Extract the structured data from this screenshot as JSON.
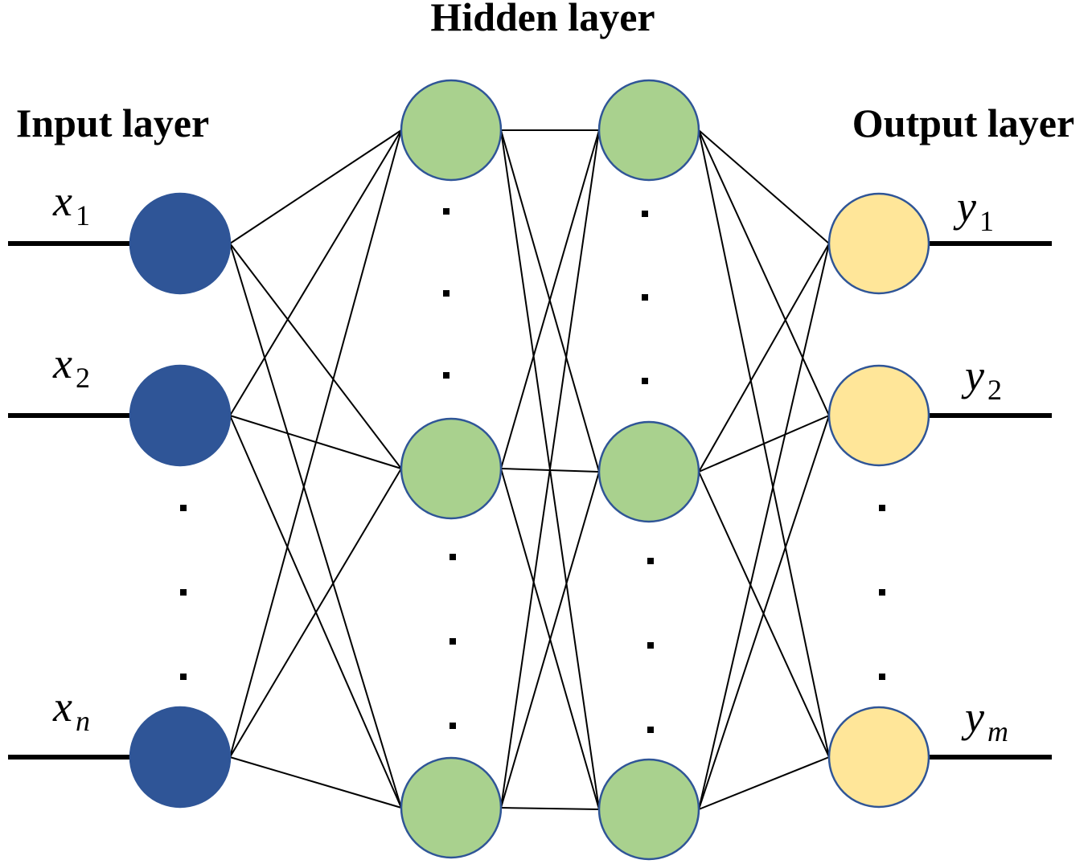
{
  "titles": {
    "input": "Input  layer",
    "hidden": "Hidden  layer",
    "output": "Output  layer"
  },
  "inputs": [
    {
      "base": "x",
      "sub": "1"
    },
    {
      "base": "x",
      "sub": "2"
    },
    {
      "base": "x",
      "sub": "n"
    }
  ],
  "outputs": [
    {
      "base": "y",
      "sub": "1"
    },
    {
      "base": "y",
      "sub": "2"
    },
    {
      "base": "y",
      "sub": "m"
    }
  ],
  "colors": {
    "input_node": "#2f5597",
    "hidden_node": "#a9d18e",
    "output_node": "#ffe699",
    "node_stroke": "#2f5597",
    "edge": "#000000"
  }
}
